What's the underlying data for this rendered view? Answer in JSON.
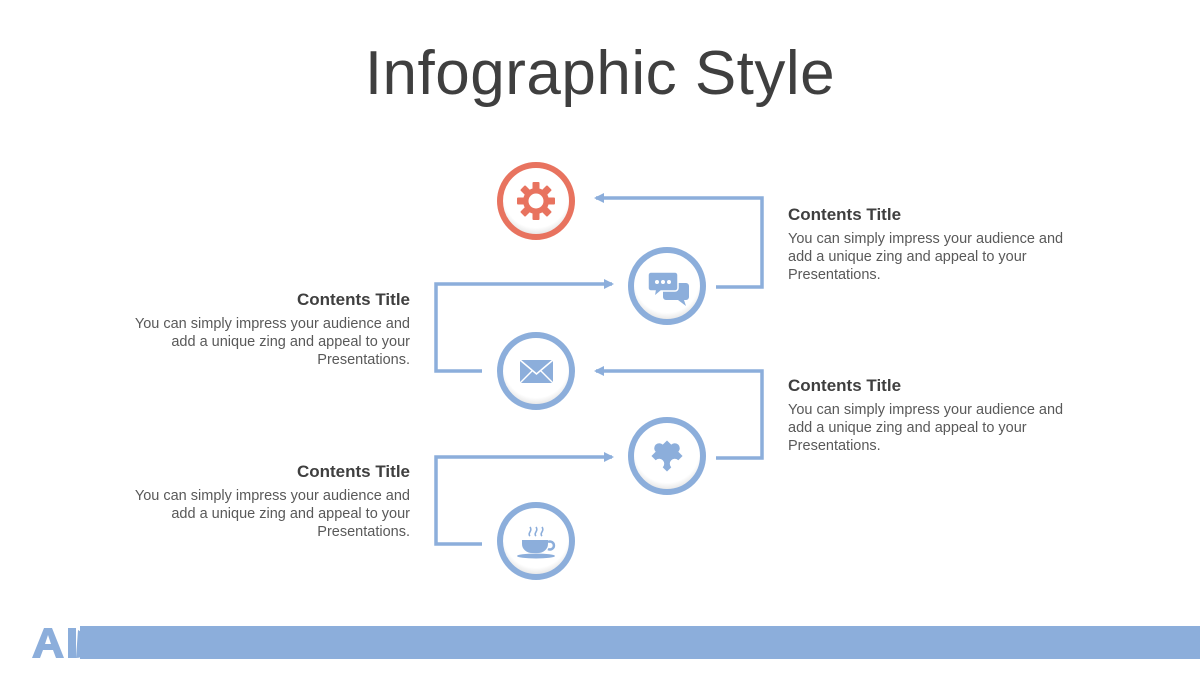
{
  "slide": {
    "title": "Infographic Style"
  },
  "blocks": [
    {
      "title": "Contents Title",
      "text": "You can simply impress your audience and add a unique zing and appeal to your Presentations."
    },
    {
      "title": "Contents Title",
      "text": "You can simply impress your audience and add a unique zing and appeal to your Presentations."
    },
    {
      "title": "Contents Title",
      "text": "You can simply impress your audience and add a unique zing and appeal to your Presentations."
    },
    {
      "title": "Contents Title",
      "text": "You can simply impress your audience and add a unique zing and appeal to your Presentations."
    }
  ],
  "nodes": [
    {
      "icon": "gear-icon",
      "color": "#e8735f"
    },
    {
      "icon": "chat-icon",
      "color": "#8caedb"
    },
    {
      "icon": "envelope-icon",
      "color": "#8caedb"
    },
    {
      "icon": "puzzle-icon",
      "color": "#8caedb"
    },
    {
      "icon": "coffee-cup-icon",
      "color": "#8caedb"
    }
  ],
  "colors": {
    "accent_red": "#e8735f",
    "accent_blue": "#8caedb",
    "title_text": "#3f3f3f",
    "body_text": "#595959"
  }
}
